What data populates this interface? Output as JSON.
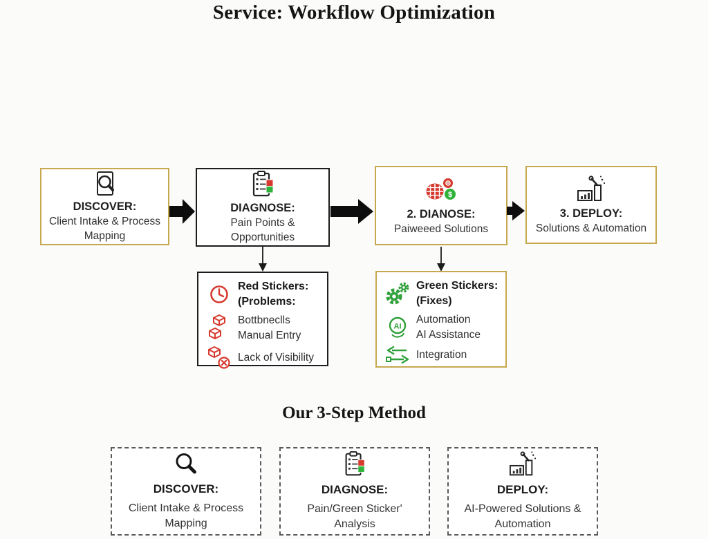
{
  "page": {
    "title": "Service: Workflow Optimization",
    "method_title": "Our 3-Step Method"
  },
  "flow": {
    "steps": [
      {
        "label": "DISCOVER:",
        "description": "Client Intake & Process Mapping",
        "icon": "document-magnifier-icon",
        "border": "gold"
      },
      {
        "label": "DIAGNOSE:",
        "description": "Pain Points & Opportunities",
        "icon": "clipboard-checklist-icon",
        "border": "black"
      },
      {
        "label": "2. DIANOSE:",
        "description": "Paiweeed Solutions",
        "icon": "ai-brain-icon",
        "border": "gold"
      },
      {
        "label": "3. DEPLOY:",
        "description": "Solutions & Automation",
        "icon": "factory-robot-icon",
        "border": "gold"
      }
    ]
  },
  "stickers": {
    "red": {
      "title_line1": "Red Stickers:",
      "title_line2": "(Problems:",
      "items": [
        "Bottbneclls",
        "Manual Entry",
        "Lack of Visibility"
      ],
      "icons": [
        "clock-icon",
        "stacked-boxes-icon",
        "box-error-icon"
      ],
      "color": "#d63a2f"
    },
    "green": {
      "title_line1": "Green Stickers:",
      "title_line2": "(Fixes)",
      "items": [
        "Automation",
        "AI Assistance",
        "Integration"
      ],
      "icons": [
        "gears-icon",
        "ai-circle-icon",
        "sync-arrows-icon"
      ],
      "color": "#2fa03a"
    }
  },
  "method": {
    "steps": [
      {
        "label": "DISCOVER:",
        "description": "Client Intake & Process Mapping",
        "icon": "magnifier-icon"
      },
      {
        "label": "DIAGNOSE:",
        "description": "Pain/Green Sticker' Analysis",
        "icon": "clipboard-checklist-icon"
      },
      {
        "label": "DEPLOY:",
        "description": "AI-Powered Solutions & Automation",
        "icon": "factory-robot-icon"
      }
    ]
  },
  "colors": {
    "gold_border": "#c6a84f",
    "black_border": "#1c1c1c",
    "red": "#d63a2f",
    "green": "#2fa03a",
    "arrow": "#0d0d0d"
  }
}
